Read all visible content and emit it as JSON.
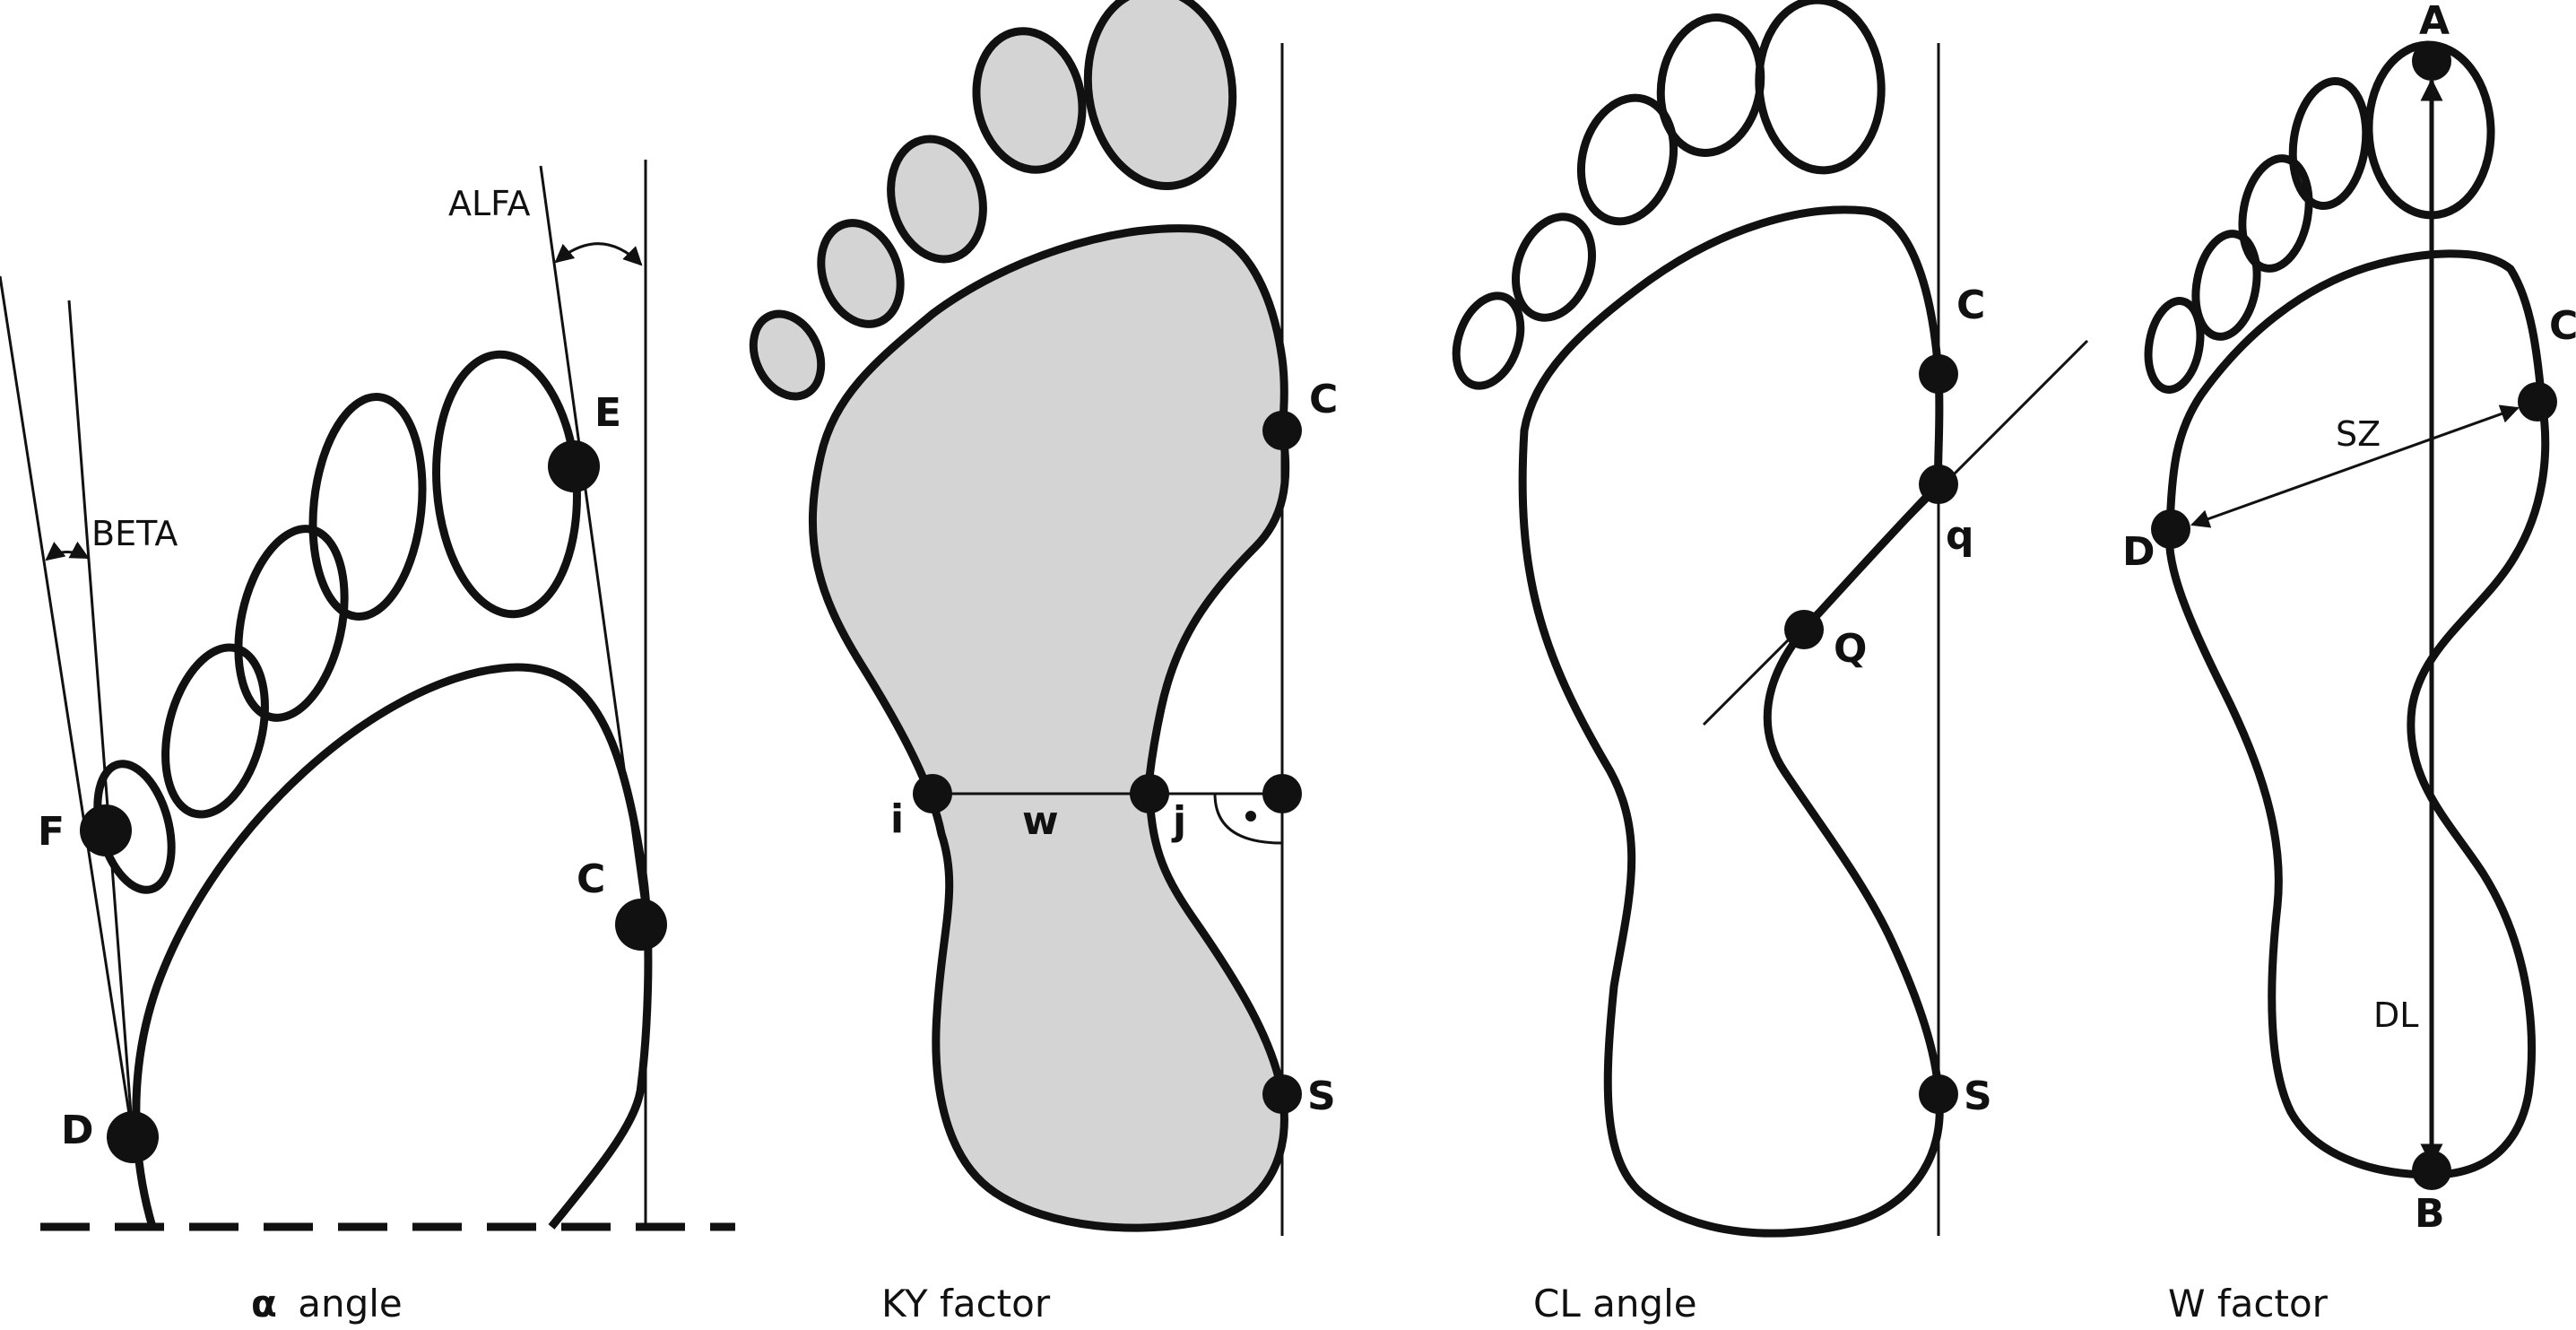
{
  "panels": [
    {
      "id": "alpha",
      "caption_symbol": "α",
      "caption_text": "angle",
      "labels": {
        "E": "E",
        "F": "F",
        "C": "C",
        "D": "D"
      },
      "angle_labels": {
        "alfa": "ALFA",
        "beta": "BETA"
      }
    },
    {
      "id": "ky",
      "caption": "KY factor",
      "labels": {
        "C": "C",
        "i": "i",
        "w": "w",
        "j": "j",
        "S": "S"
      }
    },
    {
      "id": "cl",
      "caption": "CL angle",
      "labels": {
        "C": "C",
        "q": "q",
        "Q": "Q",
        "S": "S"
      }
    },
    {
      "id": "w",
      "caption": "W factor",
      "labels": {
        "A": "A",
        "C": "C",
        "SZ": "SZ",
        "D": "D",
        "DL": "DL",
        "B": "B"
      }
    }
  ],
  "colors": {
    "ink": "#111111",
    "footprint_fill": "#d4d4d4",
    "background": "#ffffff"
  }
}
